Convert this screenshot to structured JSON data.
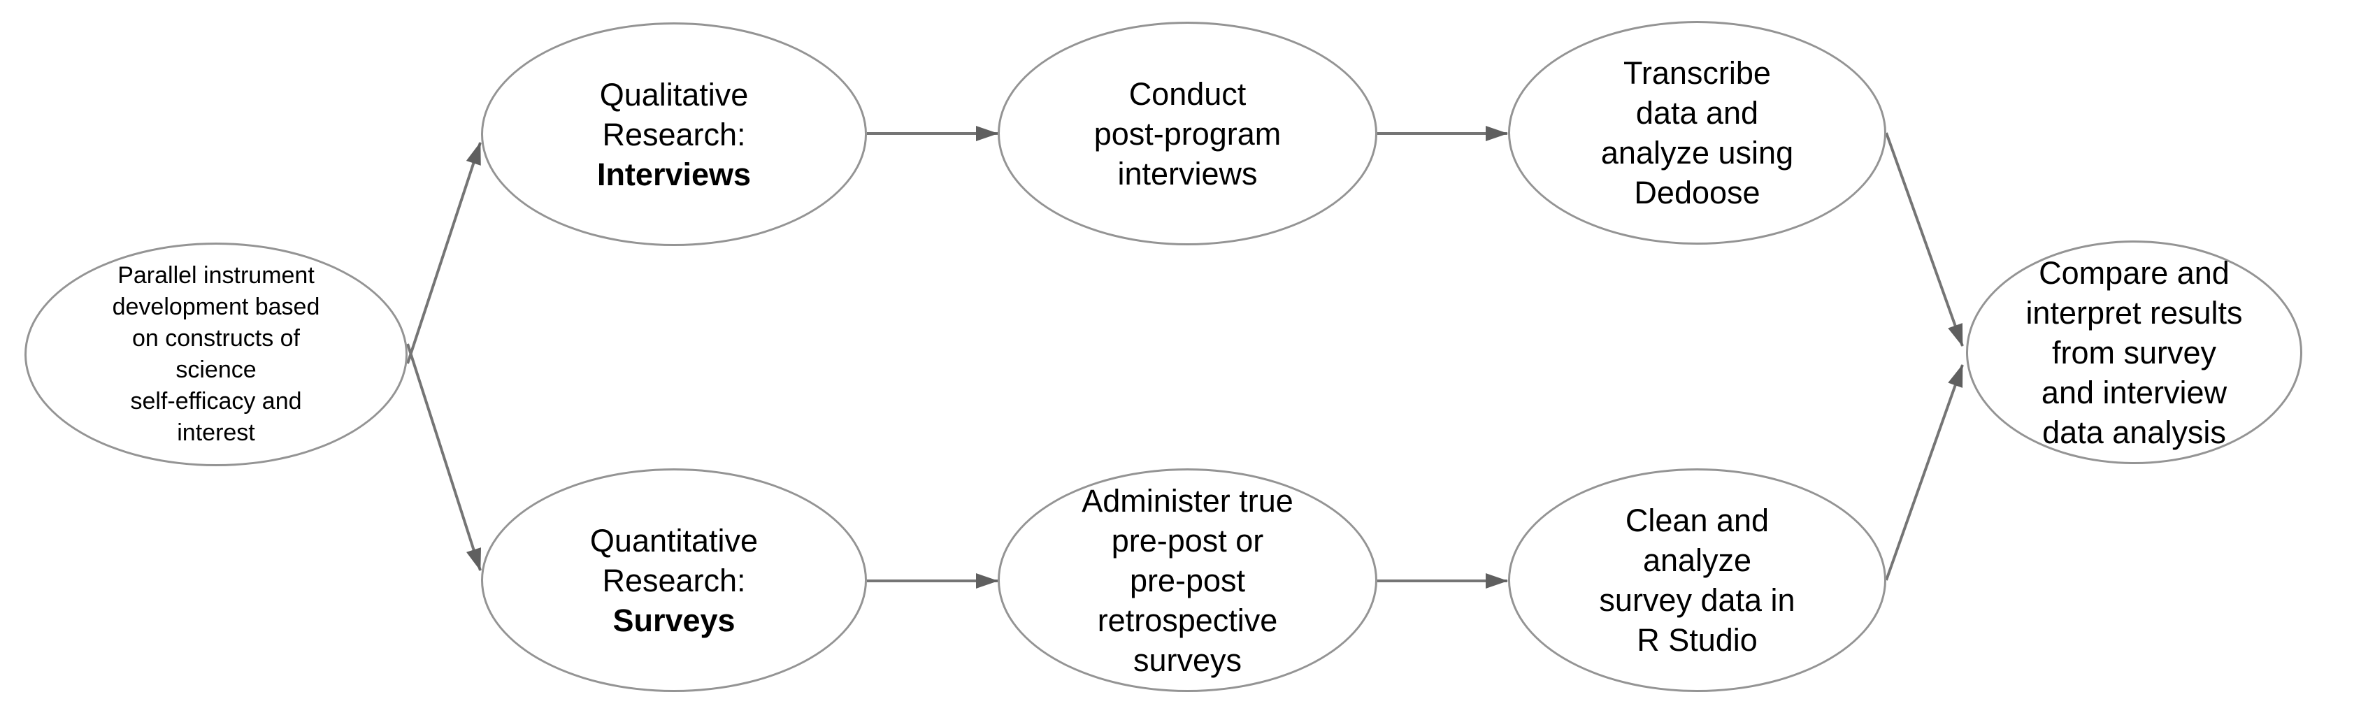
{
  "diagram": {
    "type": "flowchart",
    "background_color": "#ffffff",
    "node_fill": "#ffffff",
    "node_stroke_color": "#949494",
    "connector_color": "#757575",
    "arrowhead_color": "#5f5f5f",
    "text_color": "#000000",
    "nodes": [
      {
        "id": "instrument-development",
        "lines": [
          "Parallel instrument",
          "development based",
          "on constructs of",
          "science",
          "self-efficacy and",
          "interest"
        ]
      },
      {
        "id": "qualitative-interviews",
        "lines": [
          "Qualitative",
          "Research:",
          "Interviews"
        ],
        "bold_line": "Interviews"
      },
      {
        "id": "post-program-interviews",
        "lines": [
          "Conduct",
          "post-program",
          "interviews"
        ]
      },
      {
        "id": "transcribe-dedoose",
        "lines": [
          "Transcribe",
          "data and",
          "analyze using",
          "Dedoose"
        ]
      },
      {
        "id": "quantitative-surveys",
        "lines": [
          "Quantitative",
          "Research:",
          "Surveys"
        ],
        "bold_line": "Surveys"
      },
      {
        "id": "administer-surveys",
        "lines": [
          "Administer true",
          "pre-post or",
          "pre-post",
          "retrospective",
          "surveys"
        ]
      },
      {
        "id": "clean-analyze-rstudio",
        "lines": [
          "Clean and",
          "analyze",
          "survey data in",
          "R Studio"
        ]
      },
      {
        "id": "compare-interpret",
        "lines": [
          "Compare and",
          "interpret results",
          "from survey",
          "and interview",
          "data analysis"
        ]
      }
    ],
    "edges": [
      {
        "from": "instrument-development",
        "to": "qualitative-interviews"
      },
      {
        "from": "instrument-development",
        "to": "quantitative-surveys"
      },
      {
        "from": "qualitative-interviews",
        "to": "post-program-interviews"
      },
      {
        "from": "post-program-interviews",
        "to": "transcribe-dedoose"
      },
      {
        "from": "quantitative-surveys",
        "to": "administer-surveys"
      },
      {
        "from": "administer-surveys",
        "to": "clean-analyze-rstudio"
      },
      {
        "from": "transcribe-dedoose",
        "to": "compare-interpret"
      },
      {
        "from": "clean-analyze-rstudio",
        "to": "compare-interpret"
      }
    ]
  }
}
